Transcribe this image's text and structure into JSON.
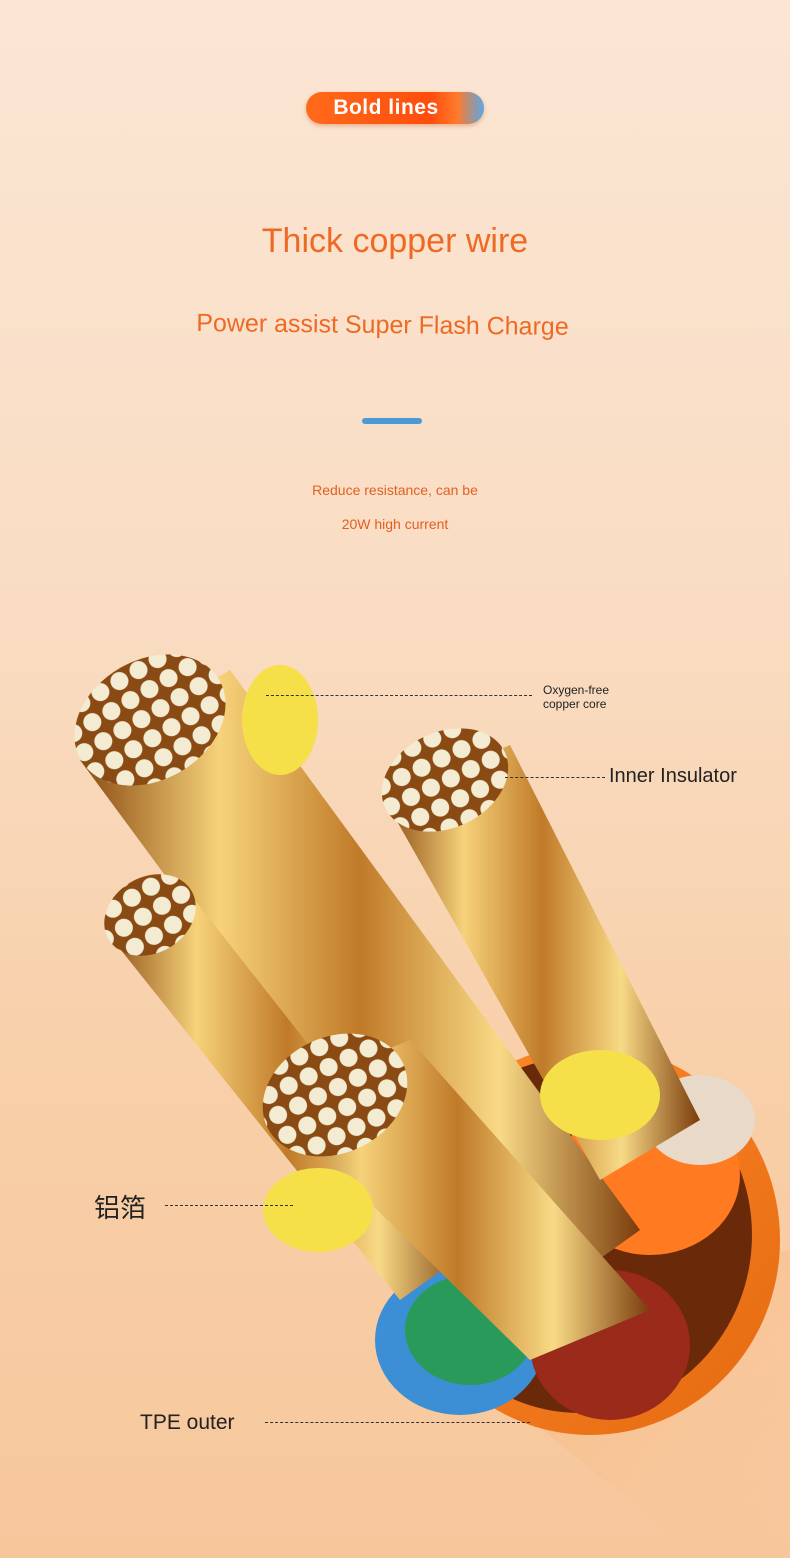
{
  "badge": {
    "label": "Bold lines"
  },
  "heading": {
    "title": "Thick copper wire",
    "subtitle": "Power assist Super Flash Charge"
  },
  "description": {
    "line1": "Reduce resistance, can be",
    "line2": "20W high current"
  },
  "callouts": {
    "oxygen_free_line1": "Oxygen-free",
    "oxygen_free_line2": "copper core",
    "inner_insulator": "Inner Insulator",
    "aluminum_foil": "铝箔",
    "tpe_outer": "TPE outer"
  },
  "colors": {
    "accent_orange": "#ee6a24",
    "accent_blue": "#4a9ad8",
    "copper": "#d9a24a"
  }
}
